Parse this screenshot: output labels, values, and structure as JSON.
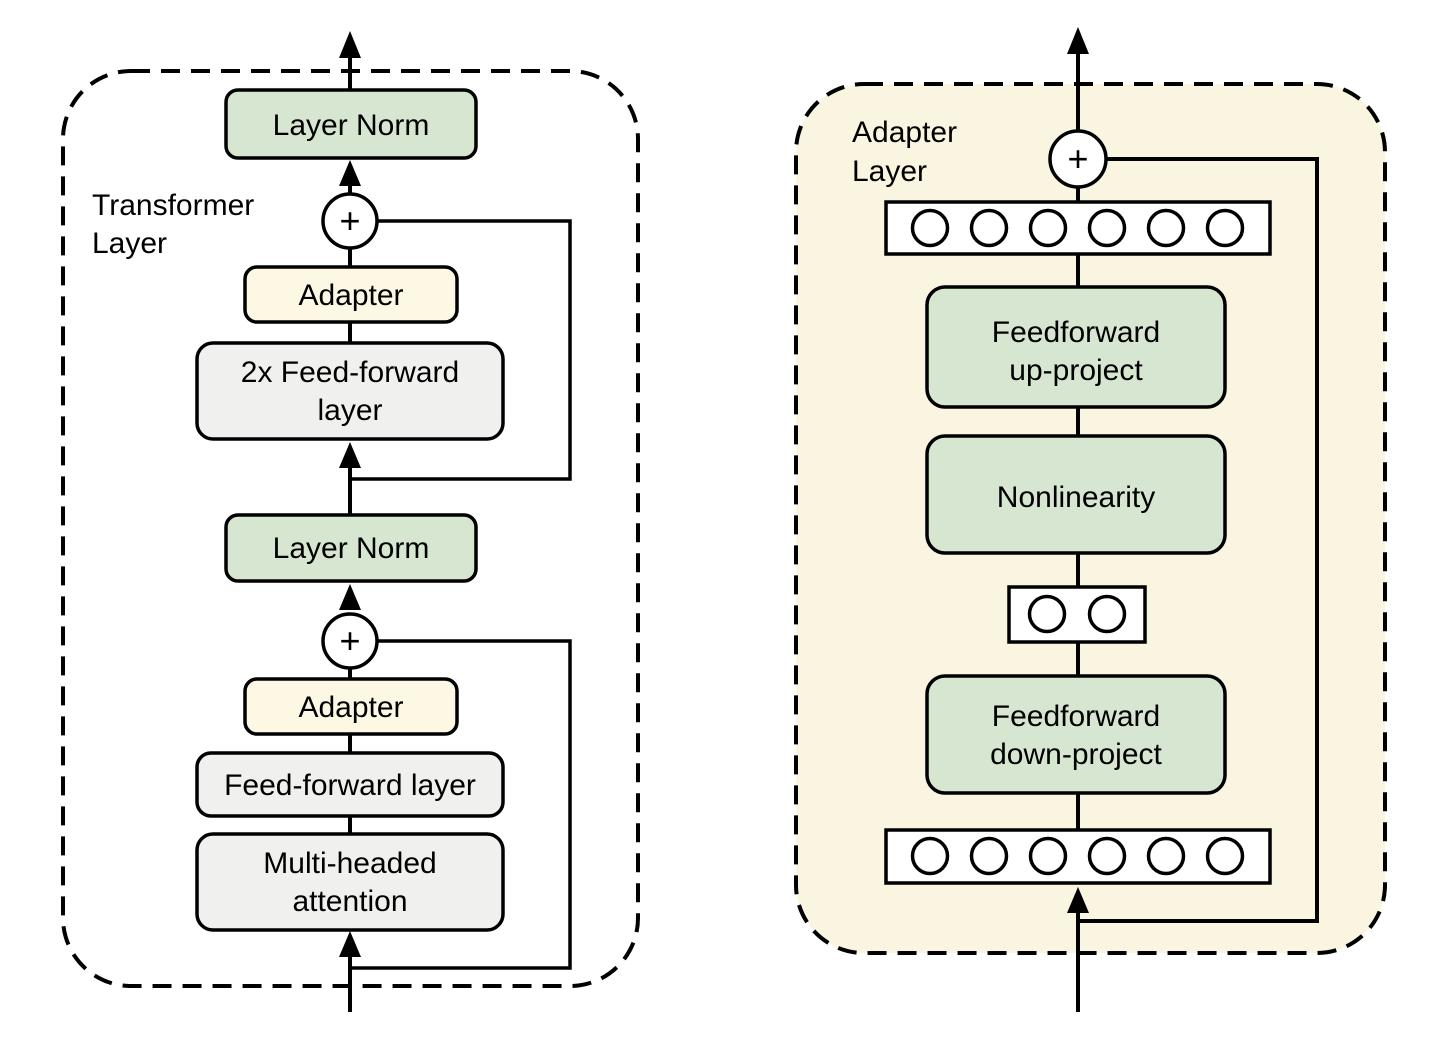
{
  "colors": {
    "box_green": "#d7e6d0",
    "box_gray": "#f0f0ef",
    "box_cream": "#fdf8e4",
    "panel_cream": "#faf5e1",
    "node_white": "#ffffff"
  },
  "left_panel": {
    "label": {
      "line1": "Transformer",
      "line2": "Layer"
    },
    "layer_norm_top": "Layer Norm",
    "plus_top": "+",
    "adapter_top": "Adapter",
    "feed_forward_2x": {
      "line1": "2x Feed-forward",
      "line2": "layer"
    },
    "layer_norm_bottom": "Layer Norm",
    "plus_bottom": "+",
    "adapter_bottom": "Adapter",
    "feed_forward": "Feed-forward layer",
    "multi_head": {
      "line1": "Multi-headed",
      "line2": "attention"
    }
  },
  "right_panel": {
    "label": {
      "line1": "Adapter",
      "line2": "Layer"
    },
    "plus": "+",
    "feedforward_up": {
      "line1": "Feedforward",
      "line2": "up-project"
    },
    "nonlinearity": "Nonlinearity",
    "feedforward_down": {
      "line1": "Feedforward",
      "line2": "down-project"
    },
    "top_nodes": 6,
    "bottleneck_nodes": 2,
    "bottom_nodes": 6
  }
}
